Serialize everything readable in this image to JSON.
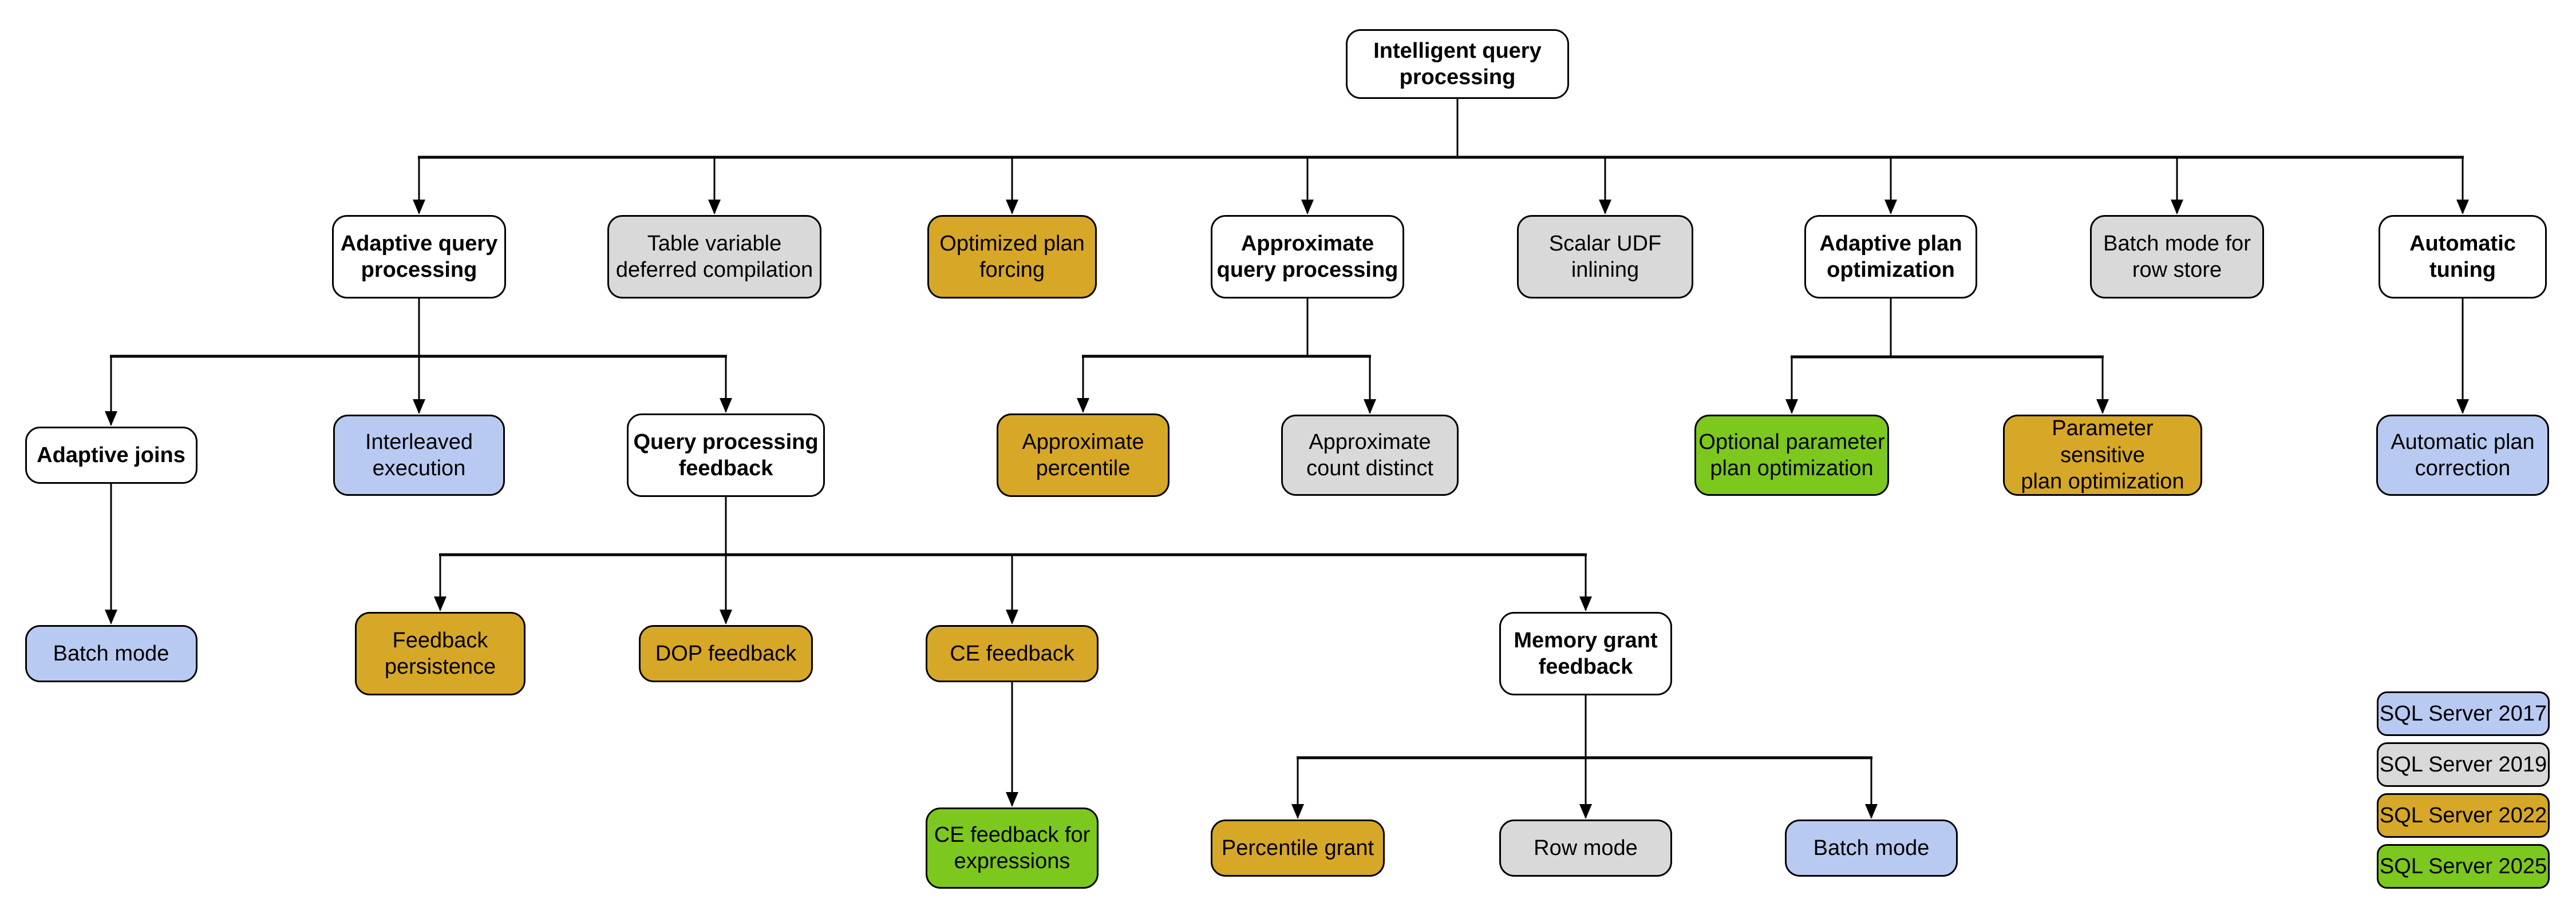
{
  "colors": {
    "default": "#ffffff",
    "2017": "#b9caf2",
    "2019": "#d9d9d9",
    "2022": "#d7a727",
    "2025": "#7cc81e",
    "stroke": "#000000"
  },
  "nodes": [
    {
      "id": "intelligent-query-processing",
      "label": "Intelligent query\nprocessing",
      "version": ""
    },
    {
      "id": "adaptive-query-processing",
      "label": "Adaptive query\nprocessing",
      "version": ""
    },
    {
      "id": "table-variable-deferred-compilation",
      "label": "Table variable\ndeferred compilation",
      "version": "2019"
    },
    {
      "id": "optimized-plan-forcing",
      "label": "Optimized plan\nforcing",
      "version": "2022"
    },
    {
      "id": "approximate-query-processing",
      "label": "Approximate\nquery processing",
      "version": ""
    },
    {
      "id": "scalar-udf-inlining",
      "label": "Scalar UDF\ninlining",
      "version": "2019"
    },
    {
      "id": "adaptive-plan-optimization",
      "label": "Adaptive plan\noptimization",
      "version": ""
    },
    {
      "id": "batch-mode-for-row-store",
      "label": "Batch mode for\nrow store",
      "version": "2019"
    },
    {
      "id": "automatic-tuning",
      "label": "Automatic\ntuning",
      "version": ""
    },
    {
      "id": "adaptive-joins",
      "label": "Adaptive joins",
      "version": ""
    },
    {
      "id": "interleaved-execution",
      "label": "Interleaved\nexecution",
      "version": "2017"
    },
    {
      "id": "query-processing-feedback",
      "label": "Query processing\nfeedback",
      "version": ""
    },
    {
      "id": "approximate-percentile",
      "label": "Approximate\npercentile",
      "version": "2022"
    },
    {
      "id": "approximate-count-distinct",
      "label": "Approximate\ncount distinct",
      "version": "2019"
    },
    {
      "id": "optional-parameter-plan-optimization",
      "label": "Optional parameter\nplan optimization",
      "version": "2025"
    },
    {
      "id": "parameter-sensitive-plan-optimization",
      "label": "Parameter sensitive\nplan optimization",
      "version": "2022"
    },
    {
      "id": "automatic-plan-correction",
      "label": "Automatic plan\ncorrection",
      "version": "2017"
    },
    {
      "id": "batch-mode-adaptive-joins",
      "label": "Batch mode",
      "version": "2017"
    },
    {
      "id": "feedback-persistence",
      "label": "Feedback\npersistence",
      "version": "2022"
    },
    {
      "id": "dop-feedback",
      "label": "DOP feedback",
      "version": "2022"
    },
    {
      "id": "ce-feedback",
      "label": "CE feedback",
      "version": "2022"
    },
    {
      "id": "memory-grant-feedback",
      "label": "Memory grant\nfeedback",
      "version": ""
    },
    {
      "id": "ce-feedback-for-expressions",
      "label": "CE feedback for\nexpressions",
      "version": "2025"
    },
    {
      "id": "percentile-grant",
      "label": "Percentile grant",
      "version": "2022"
    },
    {
      "id": "row-mode",
      "label": "Row mode",
      "version": "2019"
    },
    {
      "id": "batch-mode-memory-grant",
      "label": "Batch mode",
      "version": "2017"
    }
  ],
  "edges": [
    {
      "from": "intelligent-query-processing",
      "to": [
        "adaptive-query-processing",
        "table-variable-deferred-compilation",
        "optimized-plan-forcing",
        "approximate-query-processing",
        "scalar-udf-inlining",
        "adaptive-plan-optimization",
        "batch-mode-for-row-store",
        "automatic-tuning"
      ]
    },
    {
      "from": "adaptive-query-processing",
      "to": [
        "adaptive-joins",
        "interleaved-execution",
        "query-processing-feedback"
      ]
    },
    {
      "from": "approximate-query-processing",
      "to": [
        "approximate-percentile",
        "approximate-count-distinct"
      ]
    },
    {
      "from": "adaptive-plan-optimization",
      "to": [
        "optional-parameter-plan-optimization",
        "parameter-sensitive-plan-optimization"
      ]
    },
    {
      "from": "automatic-tuning",
      "to": [
        "automatic-plan-correction"
      ]
    },
    {
      "from": "adaptive-joins",
      "to": [
        "batch-mode-adaptive-joins"
      ]
    },
    {
      "from": "query-processing-feedback",
      "to": [
        "feedback-persistence",
        "dop-feedback",
        "ce-feedback",
        "memory-grant-feedback"
      ]
    },
    {
      "from": "ce-feedback",
      "to": [
        "ce-feedback-for-expressions"
      ]
    },
    {
      "from": "memory-grant-feedback",
      "to": [
        "percentile-grant",
        "row-mode",
        "batch-mode-memory-grant"
      ]
    }
  ],
  "legend": {
    "items": [
      {
        "label": "SQL Server 2017",
        "version": "2017"
      },
      {
        "label": "SQL Server 2019",
        "version": "2019"
      },
      {
        "label": "SQL Server 2022",
        "version": "2022"
      },
      {
        "label": "SQL Server 2025",
        "version": "2025"
      }
    ]
  }
}
